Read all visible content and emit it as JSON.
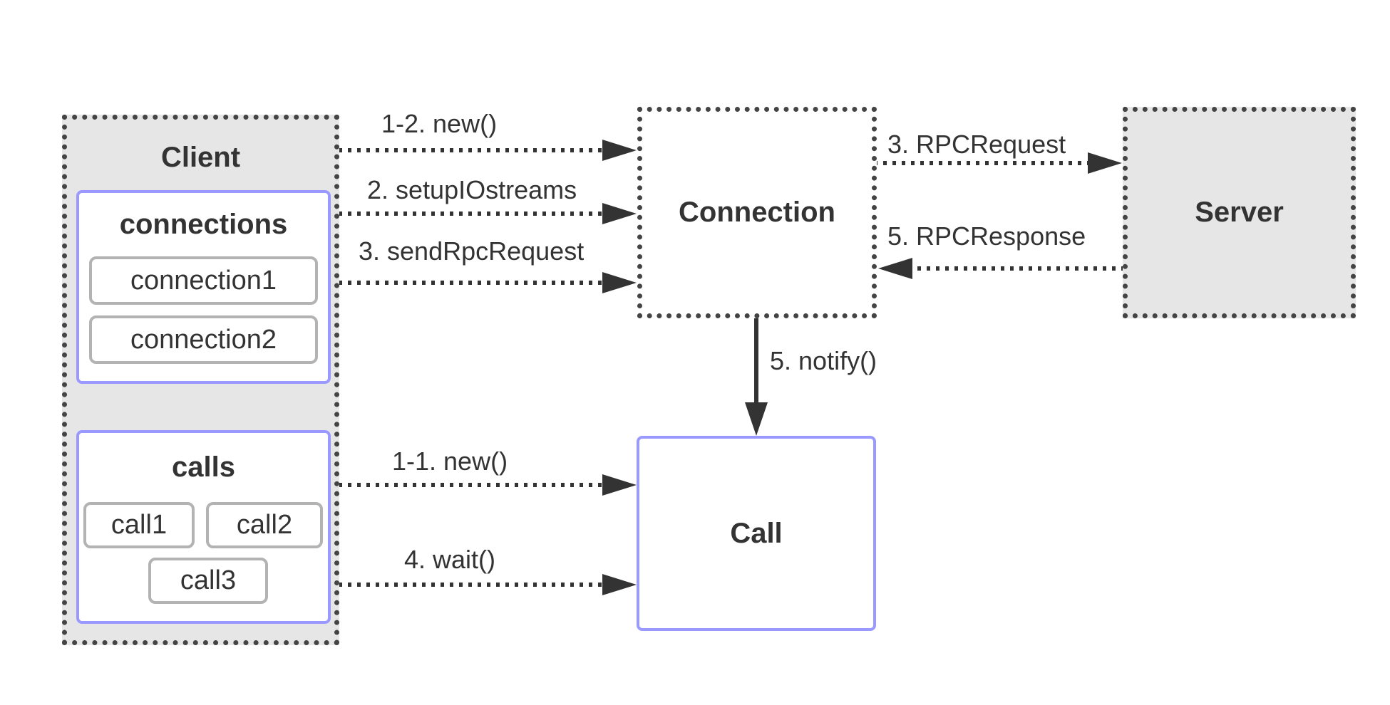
{
  "client": {
    "title": "Client",
    "connections": {
      "title": "connections",
      "items": [
        "connection1",
        "connection2"
      ]
    },
    "calls": {
      "title": "calls",
      "items": [
        "call1",
        "call2",
        "call3"
      ]
    }
  },
  "connection": {
    "title": "Connection"
  },
  "server": {
    "title": "Server"
  },
  "call": {
    "title": "Call"
  },
  "edges": {
    "new_connection": "1-2. new()",
    "setup_io_streams": "2. setupIOstreams",
    "send_rpc_request": "3. sendRpcRequest",
    "rpc_request": "3. RPCRequest",
    "rpc_response": "5. RPCResponse",
    "notify": "5. notify()",
    "new_call": "1-1. new()",
    "wait": "4. wait()"
  },
  "colors": {
    "stroke": "#333333",
    "panel_gray": "#e6e6e6",
    "container_blue": "#9999ff",
    "pill_border": "#b3b3b3"
  }
}
